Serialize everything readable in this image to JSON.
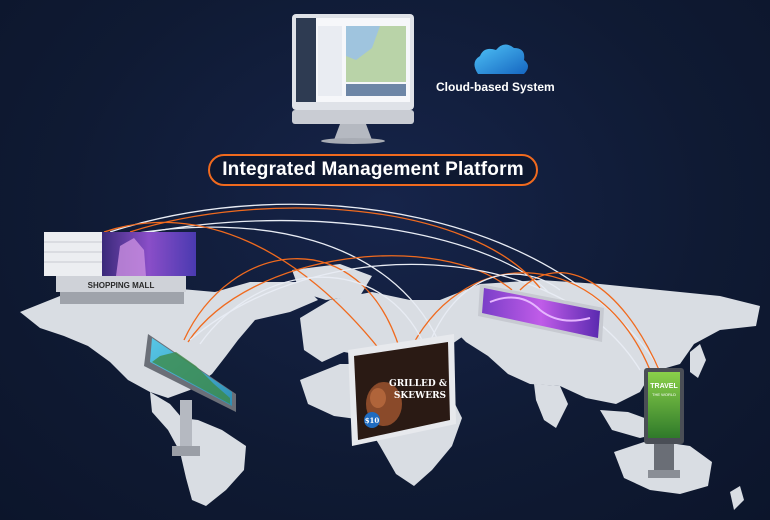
{
  "platform": {
    "title": "Integrated Management Platform"
  },
  "cloud": {
    "label": "Cloud-based System",
    "icon": "cloud-icon"
  },
  "devices": {
    "mall_sign": "SHOPPING MALL",
    "food_poster_line1": "GRILLED &",
    "food_poster_line2": "SKEWERS",
    "food_price": "$10",
    "kiosk_line1": "TRAVEL",
    "kiosk_line2": "THE WORLD"
  },
  "colors": {
    "background": "#0f1a33",
    "accent": "#f06a1e",
    "connection_white": "#e8ecf4",
    "map_land": "#d9dde3"
  }
}
